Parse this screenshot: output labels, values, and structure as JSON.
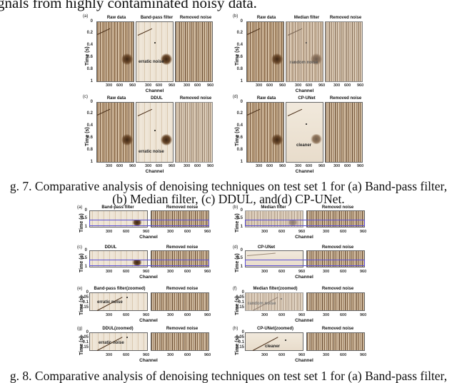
{
  "text_above": "gnals from highly contaminated noisy data.",
  "fig7": {
    "caption_line1": "g. 7. Comparative analysis of denoising techniques on test set 1 for (a) Band-pass filter,",
    "caption_line2": "(b) Median filter, (c) DDUL, and(d) CP-UNet.",
    "panels": [
      {
        "label": "(a)",
        "titles": [
          "Raw data",
          "Band-pass filter",
          "Removed noise"
        ],
        "annotation": "erratic noise"
      },
      {
        "label": "(b)",
        "titles": [
          "Raw data",
          "Median filter",
          "Removed noise"
        ],
        "annotation": "random noise"
      },
      {
        "label": "(c)",
        "titles": [
          "Raw data",
          "DDUL",
          "Removed noise"
        ],
        "annotation": "erratic noise"
      },
      {
        "label": "(d)",
        "titles": [
          "Raw data",
          "CP-UNet",
          "Removed noise"
        ],
        "annotation": "cleaner"
      }
    ],
    "ylabel": "Time (s)",
    "xlabel": "Channel",
    "yticks": [
      "0",
      "0.2",
      "0.4",
      "0.6",
      "0.8",
      "1"
    ],
    "xticks": [
      "300",
      "600",
      "960"
    ]
  },
  "fig8": {
    "caption_line1": "g. 8. Comparative analysis of denoising techniques on test set 1 for (a) Band-pass filter,",
    "panels": [
      {
        "label": "(a)",
        "titles": [
          "Band-pass filter",
          "Removed noise"
        ]
      },
      {
        "label": "(b)",
        "titles": [
          "Median filter",
          "Removed noise"
        ]
      },
      {
        "label": "(c)",
        "titles": [
          "DDUL",
          "Removed noise"
        ]
      },
      {
        "label": "(d)",
        "titles": [
          "CP-UNet",
          "Removed noise"
        ]
      },
      {
        "label": "(e)",
        "titles": [
          "Band-pass filter(zoomed)",
          "Removed noise"
        ],
        "annotation": "erratic noise"
      },
      {
        "label": "(f)",
        "titles": [
          "Median filter(zoomed)",
          "Removed noise"
        ],
        "annotation": "random noise"
      },
      {
        "label": "(g)",
        "titles": [
          "DDUL(zoomed)",
          "Removed noise"
        ],
        "annotation": "erratic noise"
      },
      {
        "label": "(h)",
        "titles": [
          "CP-UNet(zoomed)",
          "Removed noise"
        ],
        "annotation": "cleaner"
      }
    ],
    "ylabel": "Time (s)",
    "xlabel": "Channel",
    "yticks_full": [
      "0",
      "0.5",
      "1"
    ],
    "yticks_zoomed": [
      "0",
      "0.05",
      "0.1",
      "0.15"
    ],
    "xticks": [
      "300",
      "600",
      "960"
    ],
    "highlight_color": "#5a4fd8"
  }
}
